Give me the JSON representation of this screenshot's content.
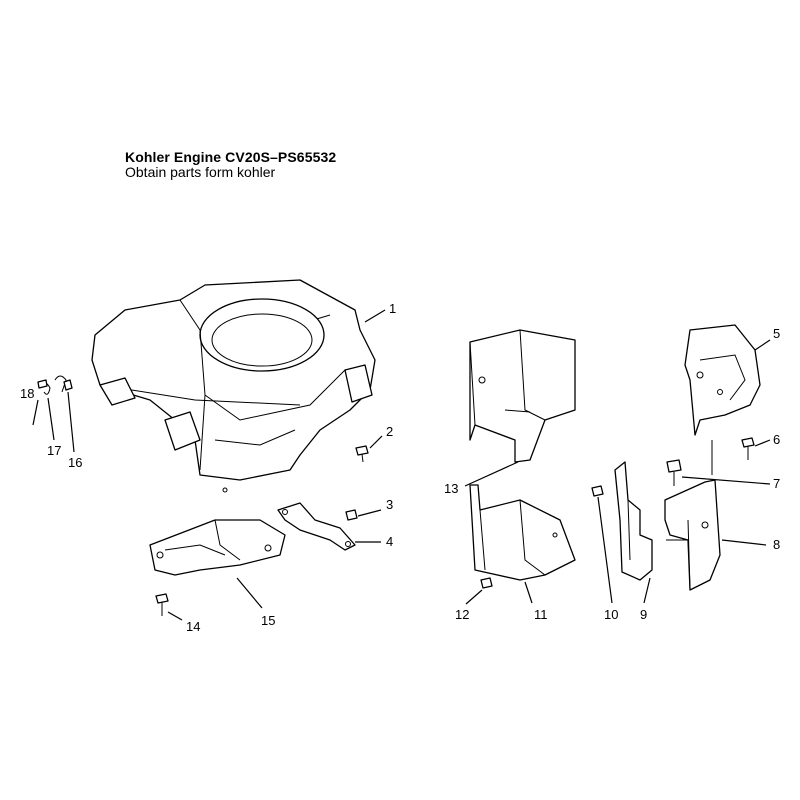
{
  "header": {
    "title": "Kohler Engine CV20S–PS65532",
    "subtitle": "Obtain  parts form kohler"
  },
  "callouts": [
    "1",
    "2",
    "3",
    "4",
    "5",
    "6",
    "7",
    "8",
    "9",
    "10",
    "11",
    "12",
    "13",
    "14",
    "15",
    "16",
    "17",
    "18"
  ]
}
